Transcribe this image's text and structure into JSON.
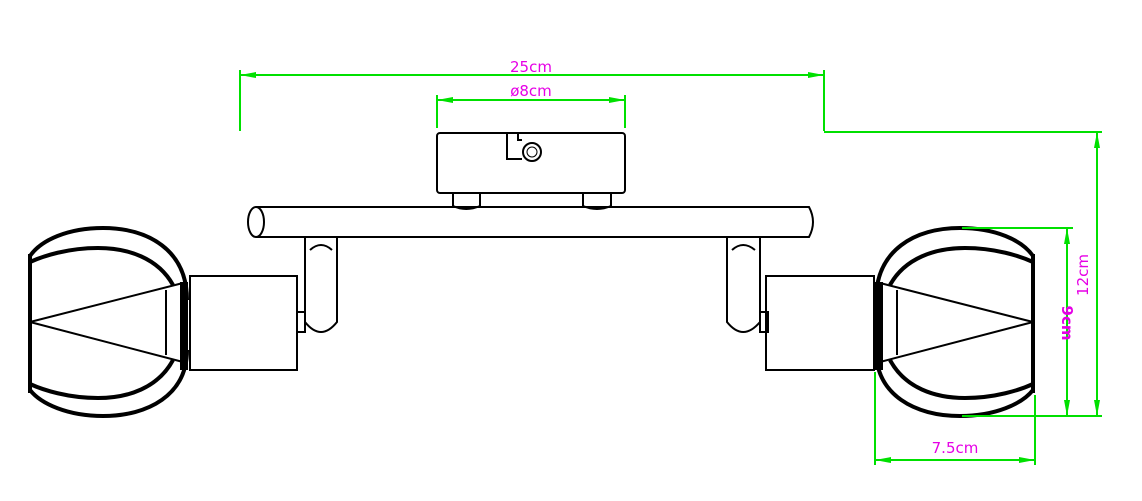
{
  "drawing": {
    "dimensions": {
      "total_width": "25cm",
      "canopy_diameter": "ø8cm",
      "total_height": "12cm",
      "shade_height": "9cm",
      "shade_depth": "7.5cm"
    },
    "colors": {
      "dimension_line": "#00e000",
      "dimension_text": "#e600e6",
      "outline": "#000000"
    }
  }
}
